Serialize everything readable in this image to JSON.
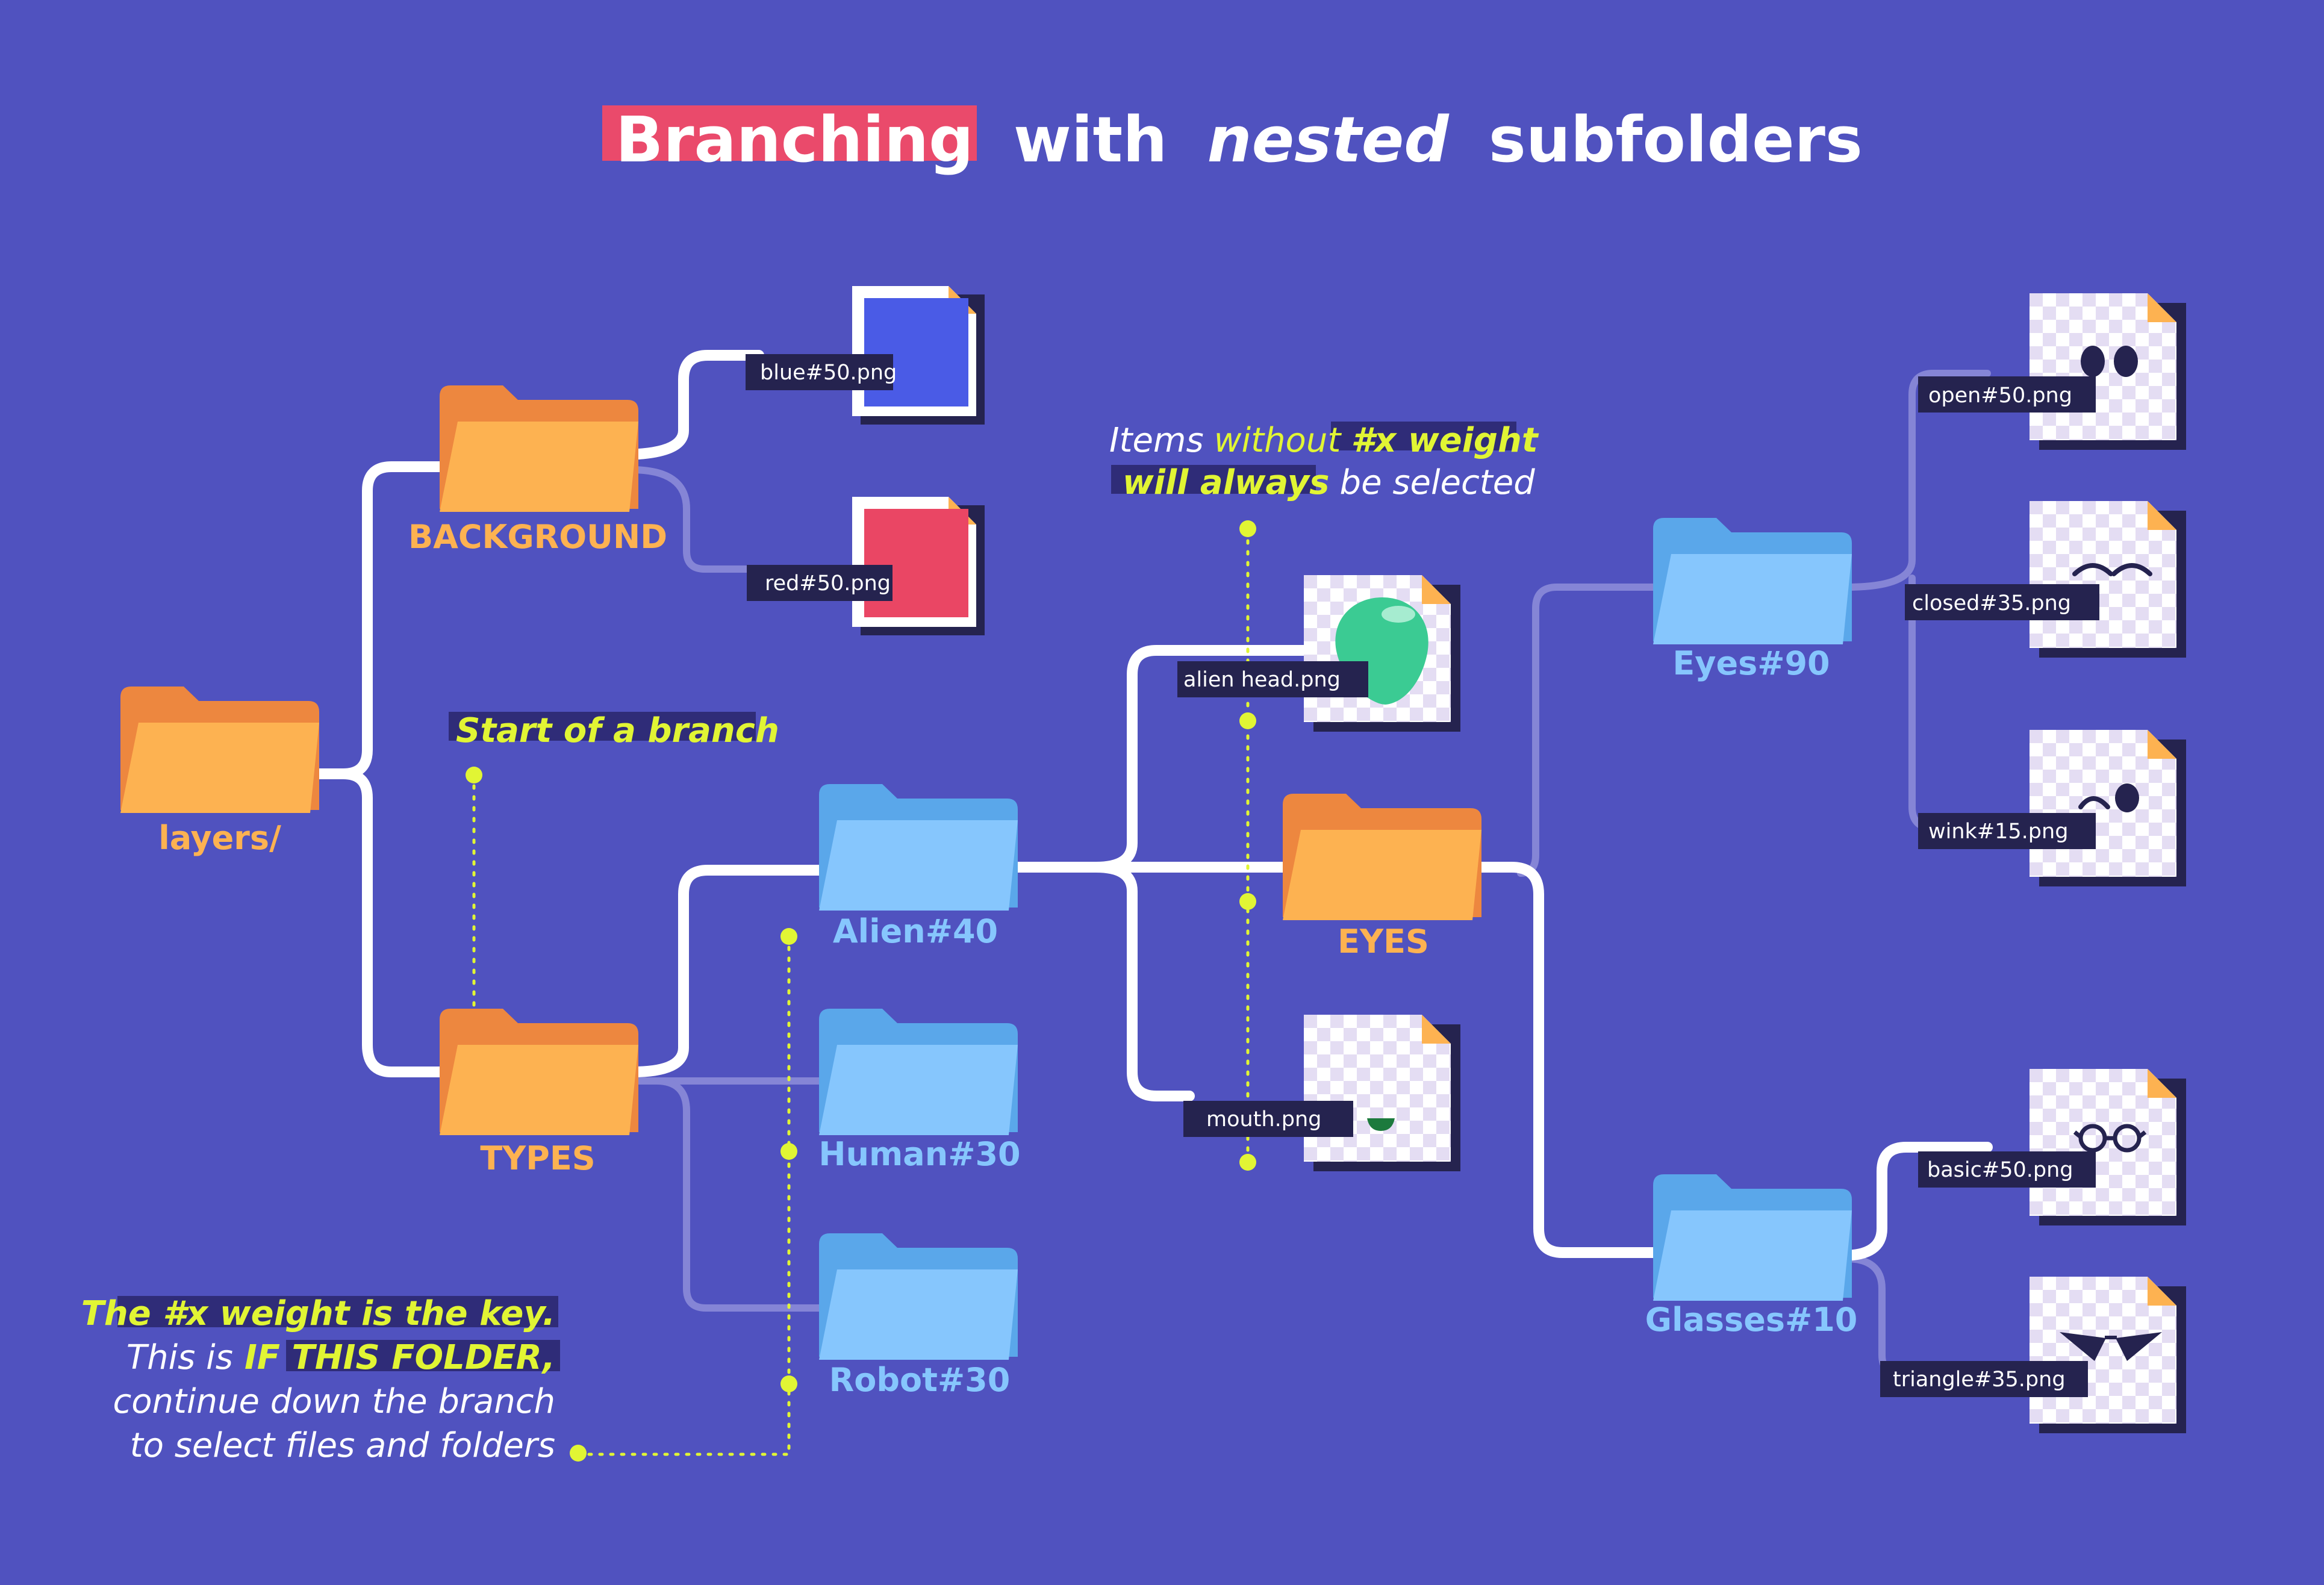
{
  "title": {
    "highlight": "Branching",
    "word2": "with",
    "emphasis": "nested",
    "word4": "subfolders"
  },
  "colors": {
    "background": "#5052bf",
    "title_highlight": "#ea4a6b",
    "orange_folder": "#fdb251",
    "orange_folder_tab": "#ed873f",
    "blue_folder": "#86c6fd",
    "blue_folder_tab": "#5aa7ea",
    "annotation": "#e1f534",
    "line": "#ffffff",
    "file_label_bg": "#25234f",
    "file_blue": "#4a5be6",
    "file_red": "#ea4664",
    "alien_head": "#3bcb93"
  },
  "folders": {
    "root": "layers/",
    "background": "BACKGROUND",
    "types": "TYPES",
    "alien": "Alien#40",
    "human": "Human#30",
    "robot": "Robot#30",
    "eyes": "EYES",
    "eyes90": "Eyes#90",
    "glasses": "Glasses#10"
  },
  "files": {
    "blue": "blue#50.png",
    "red": "red#50.png",
    "alien_head": "alien head.png",
    "mouth": "mouth.png",
    "open": "open#50.png",
    "closed": "closed#35.png",
    "wink": "wink#15.png",
    "basic": "basic#50.png",
    "triangle": "triangle#35.png"
  },
  "notes": {
    "branch_start": "Start of a branch",
    "items_l1_a": "Items",
    "items_l1_b": "without",
    "items_l1_c": "#x weight",
    "items_l2_a": "will always",
    "items_l2_b": "be selected",
    "key_l1": "The #x weight is the key.",
    "key_l2_a": "This is",
    "key_l2_b": "IF THIS FOLDER,",
    "key_l3": "continue down the branch",
    "key_l4": "to select files and folders"
  }
}
